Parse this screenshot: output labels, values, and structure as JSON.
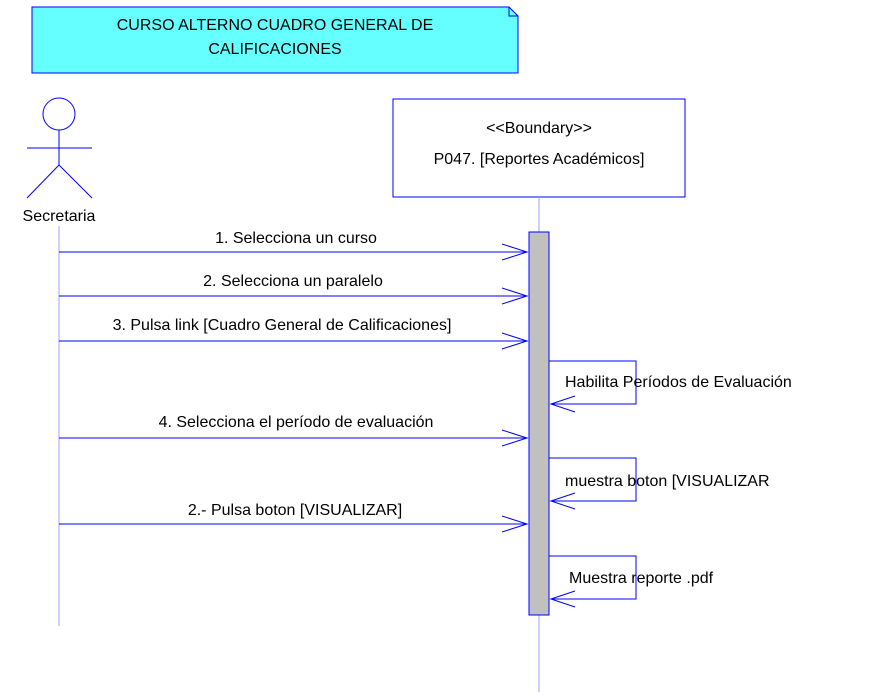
{
  "note": {
    "lines": [
      "CURSO ALTERNO CUADRO GENERAL DE",
      "CALIFICACIONES"
    ]
  },
  "actor": {
    "name": "Secretaria"
  },
  "boundary": {
    "stereotype": "<<Boundary>>",
    "name": "P047. [Reportes Académicos]"
  },
  "messages": [
    {
      "label": "1. Selecciona un curso"
    },
    {
      "label": "2. Selecciona un paralelo"
    },
    {
      "label": "3. Pulsa link [Cuadro General de Calificaciones]"
    },
    {
      "label": "4.  Selecciona el período de evaluación"
    },
    {
      "label": "2.- Pulsa boton [VISUALIZAR]"
    }
  ],
  "self_messages": [
    {
      "label": "Habilita Períodos de Evaluación"
    },
    {
      "label": "muestra boton [VISUALIZAR"
    },
    {
      "label": "Muestra reporte .pdf"
    }
  ],
  "colors": {
    "note_fill": "#66ffff",
    "line": "#0000ff",
    "lifeline": "#a0a0ff",
    "activation": "#c0c0c0"
  }
}
